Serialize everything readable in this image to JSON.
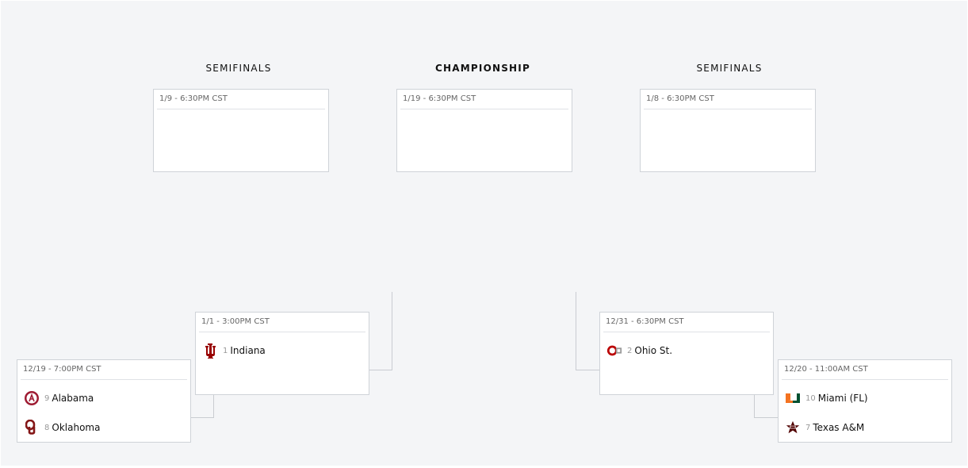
{
  "rounds": {
    "semis_left": "SEMIFINALS",
    "championship": "CHAMPIONSHIP",
    "semis_right": "SEMIFINALS"
  },
  "games": {
    "semi_left": {
      "date": "1/9",
      "time": "- 6:30PM CST"
    },
    "championship": {
      "date": "1/19",
      "time": "- 6:30PM CST"
    },
    "semi_right": {
      "date": "1/8",
      "time": "- 6:30PM CST"
    },
    "qf_left": {
      "date": "1/1",
      "time": "- 3:00PM CST",
      "team1": {
        "seed": "1",
        "name": "Indiana",
        "logo": "indiana-icon"
      }
    },
    "qf_right": {
      "date": "12/31",
      "time": "- 6:30PM CST",
      "team1": {
        "seed": "2",
        "name": "Ohio St.",
        "logo": "ohio-state-icon"
      }
    },
    "r1_left": {
      "date": "12/19",
      "time": "- 7:00PM CST",
      "team1": {
        "seed": "9",
        "name": "Alabama",
        "logo": "alabama-icon"
      },
      "team2": {
        "seed": "8",
        "name": "Oklahoma",
        "logo": "oklahoma-icon"
      }
    },
    "r1_right": {
      "date": "12/20",
      "time": "- 11:00AM CST",
      "team1": {
        "seed": "10",
        "name": "Miami (FL)",
        "logo": "miami-icon"
      },
      "team2": {
        "seed": "7",
        "name": "Texas A&M",
        "logo": "texas-am-icon"
      }
    }
  },
  "colors": {
    "background": "#f4f5f7",
    "card_border": "#cfd3d8",
    "connector": "#c9ccd1",
    "indiana": "#990000",
    "ohio_state": "#bb0000",
    "alabama": "#9e1b32",
    "oklahoma": "#841617",
    "miami_green": "#005030",
    "miami_orange": "#f47321",
    "texas_am": "#500000"
  }
}
